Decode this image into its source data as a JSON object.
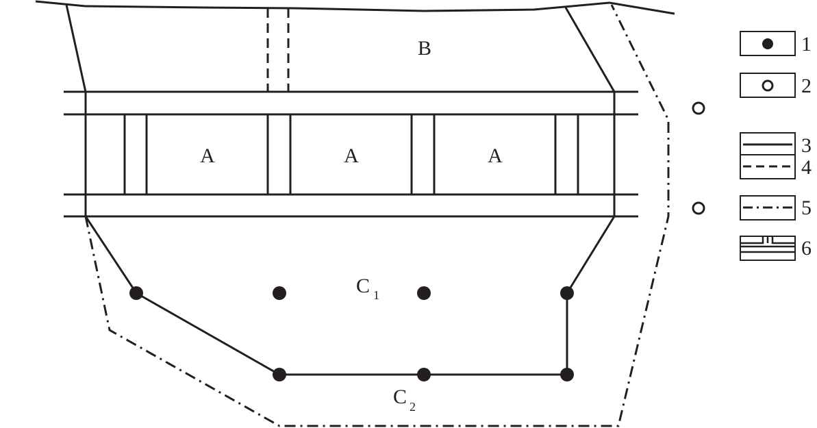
{
  "diagram": {
    "labels": {
      "pillar_a": [
        "A",
        "A",
        "A"
      ],
      "zone_b": "B",
      "point_c1": {
        "letter": "C",
        "subscript": "1"
      },
      "point_c2": {
        "letter": "C",
        "subscript": "2"
      }
    },
    "legend": [
      {
        "number": "1",
        "symbol": "filled-dot"
      },
      {
        "number": "2",
        "symbol": "hollow-dot"
      },
      {
        "number": "3",
        "symbol": "solid-line"
      },
      {
        "number": "4",
        "symbol": "dashed-line"
      },
      {
        "number": "5",
        "symbol": "dash-dot-line"
      },
      {
        "number": "6",
        "symbol": "double-line-roadway"
      }
    ],
    "colors": {
      "ink": "#231f20",
      "background": "#ffffff"
    }
  }
}
